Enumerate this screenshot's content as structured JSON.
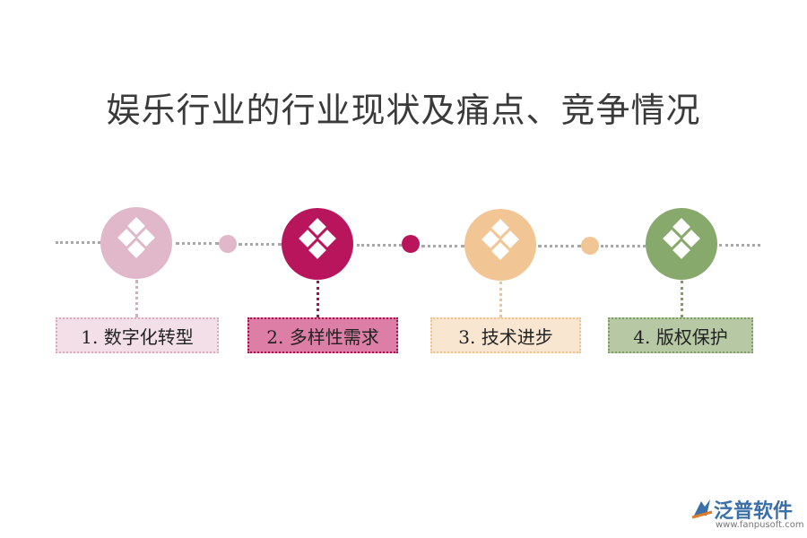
{
  "title": "娱乐行业的行业现状及痛点、竞争情况",
  "steps": [
    {
      "label": "1. 数字化转型",
      "color": "#e0b8c9",
      "box_bg": "#f2dfe7",
      "box_border": "#d9a9bd",
      "icon": "diamond-grid-icon"
    },
    {
      "label": "2. 多样性需求",
      "color": "#b8155c",
      "box_bg": "#dd7ea6",
      "box_border": "#a6104f",
      "icon": "diamond-grid-icon"
    },
    {
      "label": "3. 技术进步",
      "color": "#f2c594",
      "box_bg": "#f9e6d1",
      "box_border": "#efc290",
      "icon": "diamond-grid-icon"
    },
    {
      "label": "4. 版权保护",
      "color": "#87a96b",
      "box_bg": "#b6c9a4",
      "box_border": "#7e9e63",
      "icon": "diamond-grid-icon"
    }
  ],
  "connector_dots": [
    "#e0b8c9",
    "#b8155c",
    "#f2c594"
  ],
  "logo": {
    "name": "泛普软件",
    "url": "www.fanpusoft.com"
  }
}
